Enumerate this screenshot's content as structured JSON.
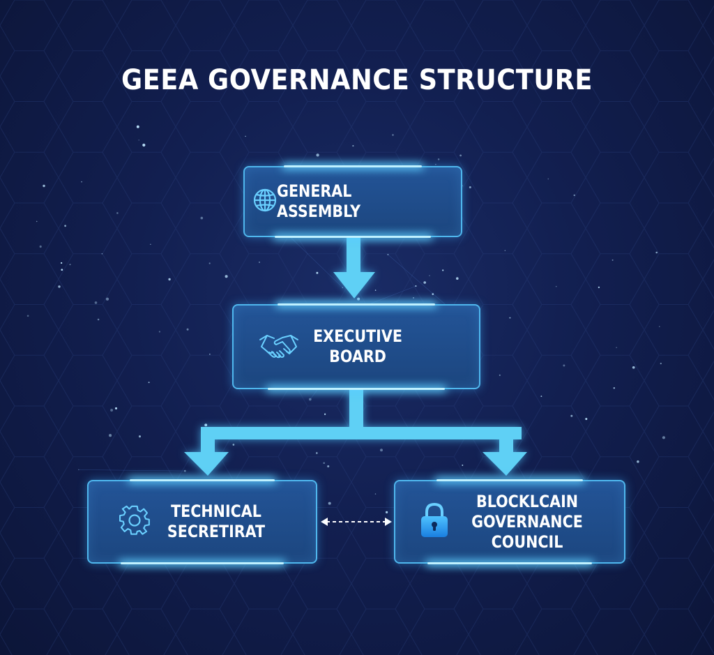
{
  "title": "GEEA GOVERNANCE STRUCTURE",
  "nodes": {
    "general_assembly": {
      "label": "GENERAL ASSEMBLY",
      "icon": "globe-icon"
    },
    "executive_board": {
      "label_line1": "EXECUTIVE",
      "label_line2": "BOARD",
      "icon": "handshake-icon"
    },
    "technical_secretariat": {
      "label_line1": "TECHNICAL",
      "label_line2": "SECRETIRAT",
      "icon": "gear-icon"
    },
    "blockchain_council": {
      "label_line1": "BLOCKLCAIN",
      "label_line2": "GOVERNANCE",
      "label_line3": "COUNCIL",
      "icon": "lock-icon"
    }
  },
  "colors": {
    "background": "#121f50",
    "node_fill": "#235497",
    "node_border": "#4fb7ee",
    "arrow": "#5fd0f5",
    "text": "#ffffff"
  }
}
